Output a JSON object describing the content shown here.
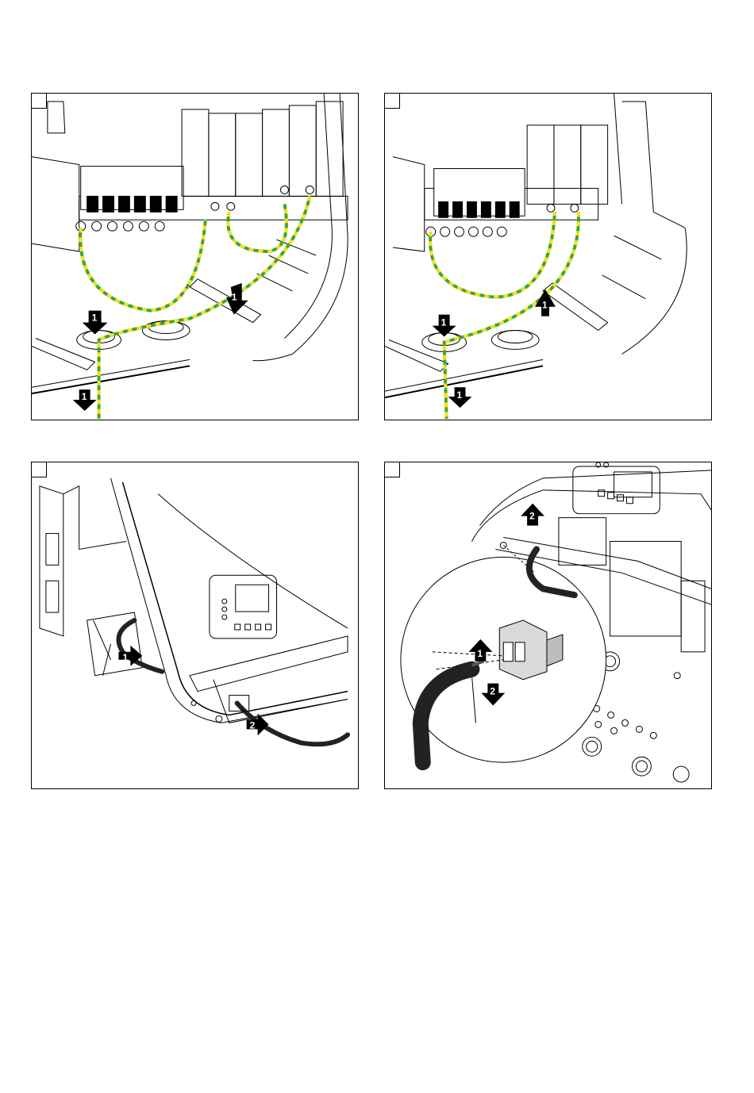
{
  "figures": [
    {
      "id": "fig-1",
      "step_labels": [
        "1",
        "1",
        "1"
      ]
    },
    {
      "id": "fig-2",
      "step_labels": [
        "1",
        "1",
        "1"
      ]
    },
    {
      "id": "fig-3",
      "step_labels": [
        "1",
        "2"
      ]
    },
    {
      "id": "fig-4",
      "step_labels": [
        "2",
        "1",
        "2"
      ]
    }
  ],
  "colors": {
    "line": "#000000",
    "wire_green": "#3fa535",
    "wire_yellow": "#f4e21a",
    "cable": "#222222",
    "shade": "#d9d9d9"
  }
}
